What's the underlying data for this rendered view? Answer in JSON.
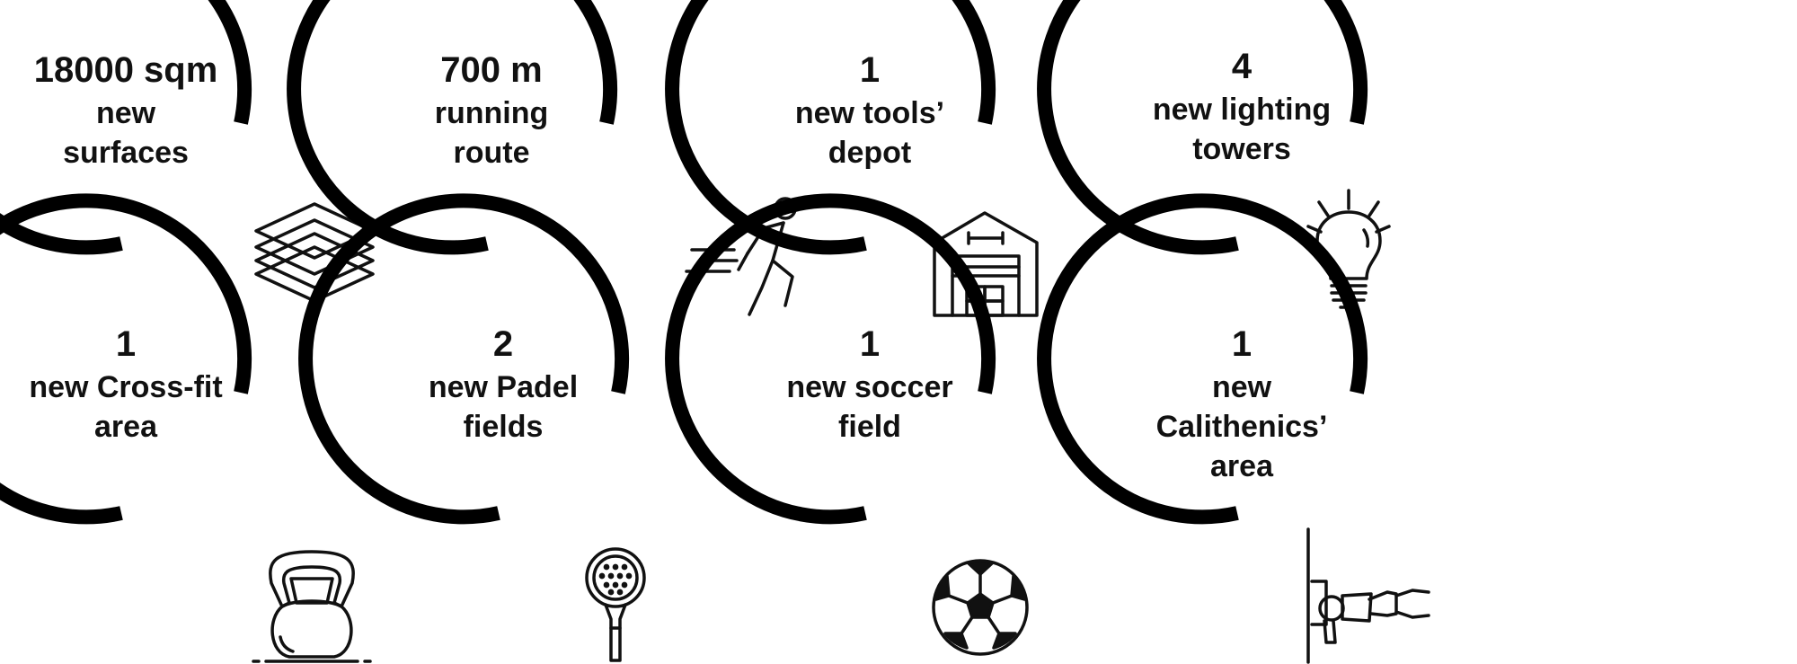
{
  "cards": [
    {
      "number": "18000 sqm",
      "line1": "new",
      "line2": "surfaces",
      "icon": "layers-icon"
    },
    {
      "number": "700 m",
      "line1": "running",
      "line2": "route",
      "icon": "runner-icon"
    },
    {
      "number": "1",
      "line1": "new tools’",
      "line2": "depot",
      "icon": "warehouse-icon"
    },
    {
      "number": "4",
      "line1": "new lighting",
      "line2": "towers",
      "icon": "lightbulb-icon"
    },
    {
      "number": "1",
      "line1": "new Cross-fit",
      "line2": "area",
      "icon": "kettlebell-icon"
    },
    {
      "number": "2",
      "line1": "new Padel",
      "line2": "fields",
      "icon": "padel-racket-icon"
    },
    {
      "number": "1",
      "line1": "new soccer",
      "line2": "field",
      "icon": "soccer-ball-icon"
    },
    {
      "number": "1",
      "line1": "new",
      "line2": "Calithenics’",
      "line3": "area",
      "icon": "calisthenics-icon"
    }
  ]
}
